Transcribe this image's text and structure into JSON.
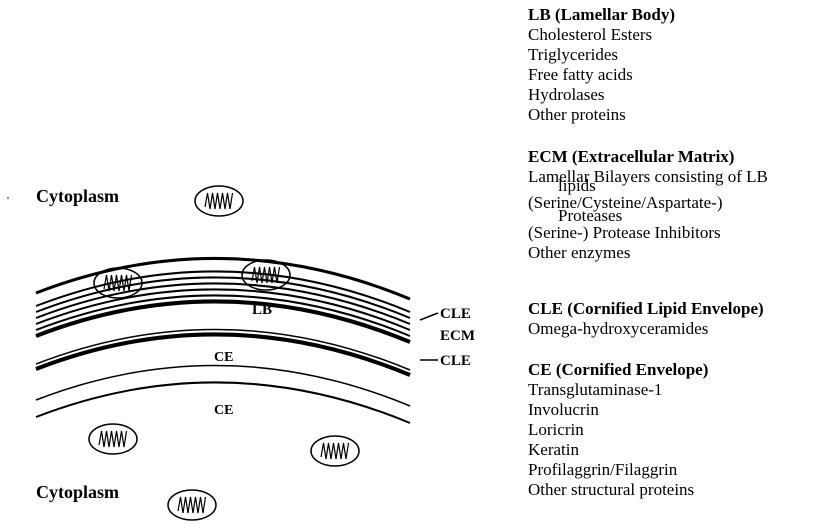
{
  "diagram": {
    "cytoplasm_top": "Cytoplasm",
    "cytoplasm_bottom": "Cytoplasm",
    "lb_label": "LB",
    "ce_inner_label": "CE",
    "ce_outer_label": "CE",
    "cle_top_label": "CLE",
    "ecm_label": "ECM",
    "cle_bottom_label": "CLE"
  },
  "legend": {
    "lb": {
      "heading": "LB (Lamellar Body)",
      "items": [
        "Cholesterol Esters",
        "Triglycerides",
        "Free fatty acids",
        "Hydrolases",
        "Other proteins"
      ]
    },
    "ecm": {
      "heading": "ECM (Extracellular Matrix)",
      "item1": "Lamellar Bilayers consisting of LB",
      "item1_cont": "lipids",
      "item2": "(Serine/Cysteine/Aspartate-)",
      "item2_cont": "Proteases",
      "item3": "(Serine-) Protease Inhibitors",
      "item4": "Other enzymes"
    },
    "cle": {
      "heading": "CLE (Cornified Lipid Envelope)",
      "items": [
        "Omega-hydroxyceramides"
      ]
    },
    "ce": {
      "heading": "CE (Cornified Envelope)",
      "items": [
        "Transglutaminase-1",
        "Involucrin",
        "Loricrin",
        "Keratin",
        "Profilaggrin/Filaggrin",
        "Other structural proteins"
      ]
    }
  }
}
